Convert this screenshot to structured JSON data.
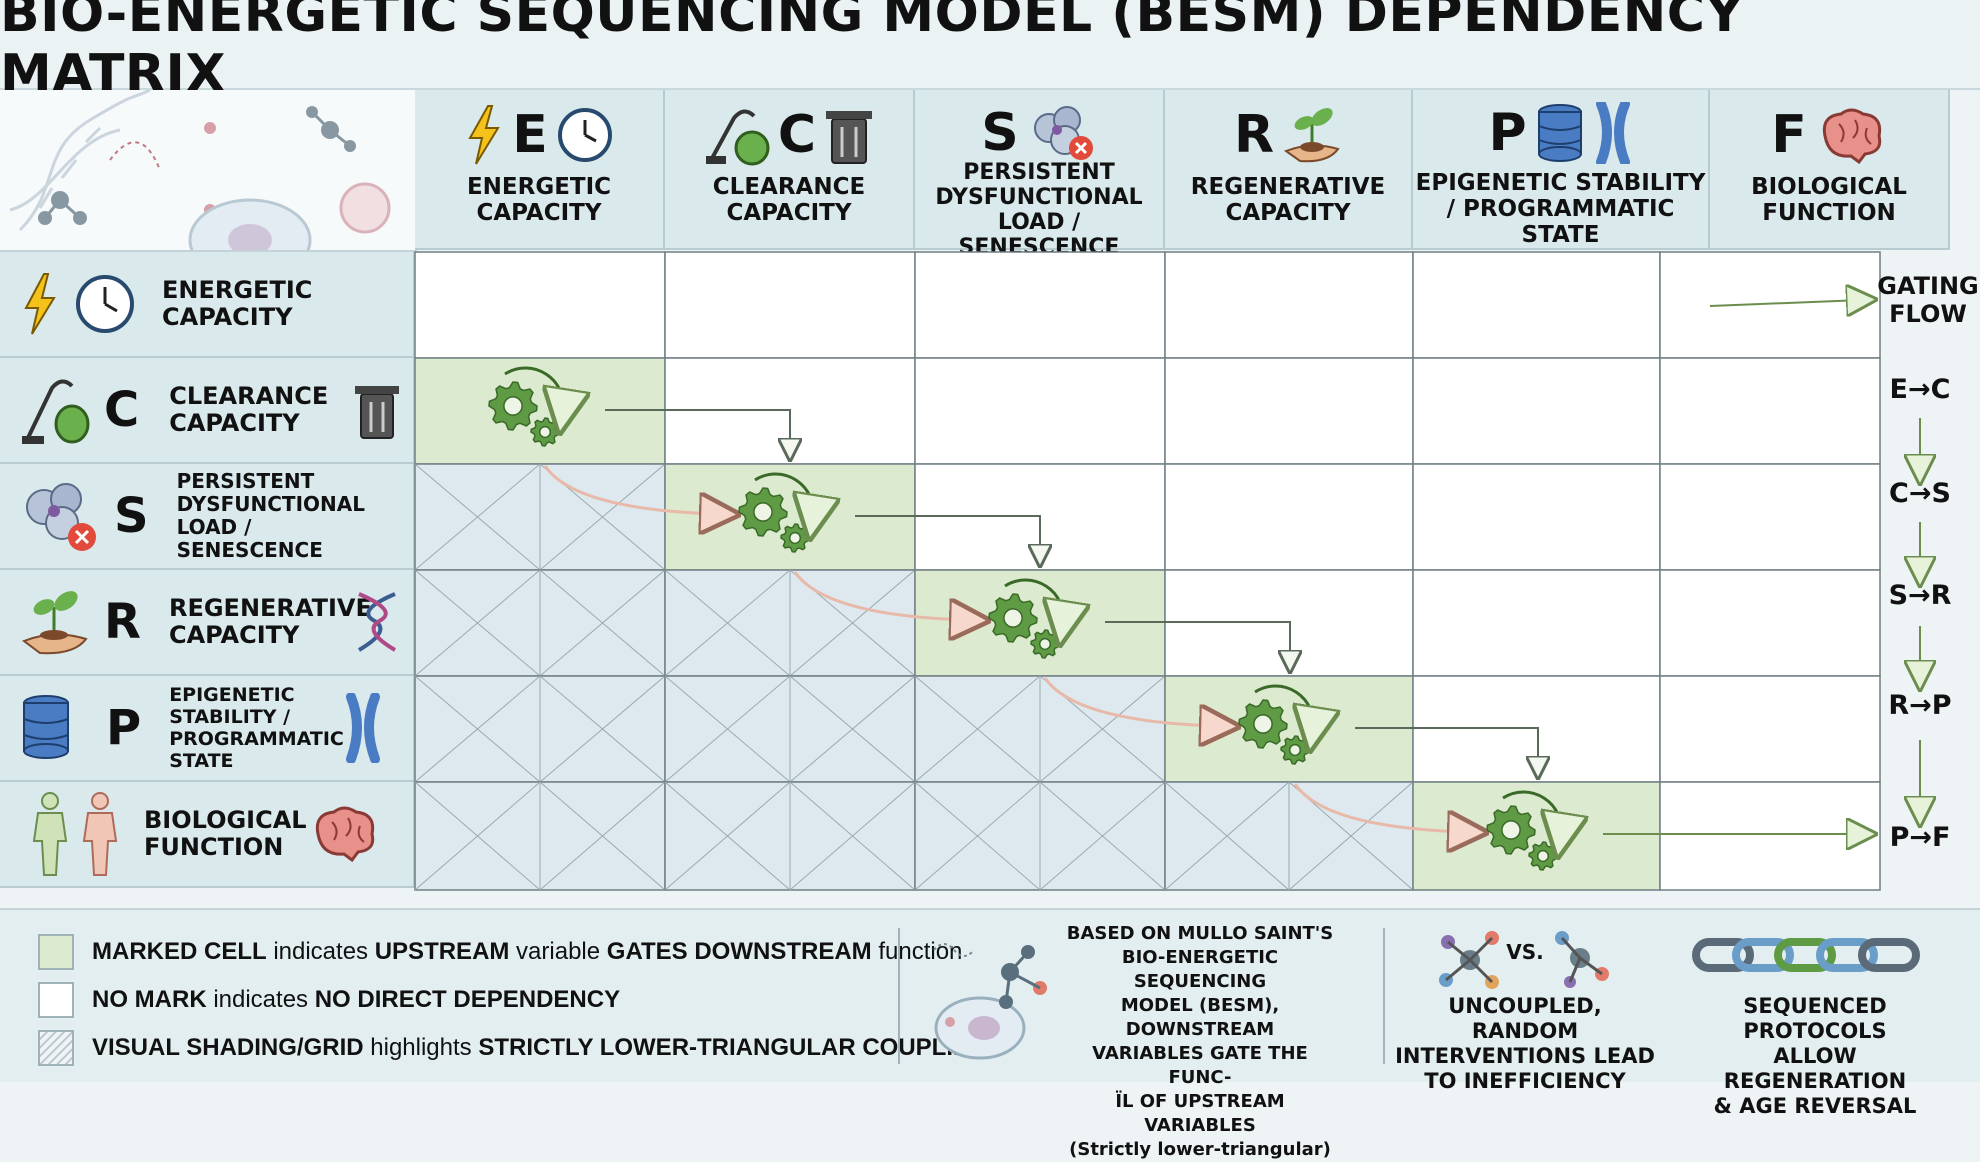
{
  "title": "BIO-ENERGETIC SEQUENCING MODEL (BESM) DEPENDENCY MATRIX",
  "variables": [
    {
      "letter": "E",
      "label": "ENERGETIC CAPACITY"
    },
    {
      "letter": "C",
      "label": "CLEARANCE CAPACITY"
    },
    {
      "letter": "S",
      "label": "PERSISTENT DYSFUNCTIONAL LOAD / SENESCENCE"
    },
    {
      "letter": "R",
      "label": "REGENERATIVE CAPACITY"
    },
    {
      "letter": "P",
      "label": "EPIGENETIC STABILITY / PROGRAMMATIC STATE"
    },
    {
      "letter": "F",
      "label": "BIOLOGICAL FUNCTION"
    }
  ],
  "row_labels": {
    "E": "ENERGETIC CAPACITY",
    "C": "CLEARANCE CAPACITY",
    "S": "PERSISTENT DYSFUNCTIONAL LOAD / SENESCENCE",
    "R": "REGENERATIVE CAPACITY",
    "P": "EPIGENETIC STABILITY / PROGRAMMATIC STATE",
    "F": "BIOLOGICAL FUNCTION"
  },
  "gating_flow": {
    "title": "GATING FLOW",
    "steps": [
      "E→C",
      "C→S",
      "S→R",
      "R→P",
      "P→F"
    ]
  },
  "legend": {
    "marked": {
      "b1": "MARKED CELL",
      "t1": " indicates ",
      "b2": "UPSTREAM",
      "t2": " variable ",
      "b3": "GATES DOWNSTREAM",
      "t3": " function"
    },
    "nomark": {
      "b1": "NO MARK",
      "t1": " indicates ",
      "b2": "NO DIRECT DEPENDENCY"
    },
    "shading": {
      "b1": "VISUAL SHADING/GRID",
      "t1": " highlights ",
      "b2": "STRICTLY LOWER-TRIANGULAR COUPLING"
    }
  },
  "notes": {
    "based_on_line1": "BASED ON MULLO SAINT'S",
    "based_on_line2": "BIO-ENERGETIC SEQUENCING",
    "based_on_line3": "MODEL (BESM), DOWNSTREAM",
    "based_on_line4": "VARIABLES GATE THE FUNC-",
    "based_on_line5": "ϊl OF UPSTREAM VARIABLES",
    "based_on_line6": "(Strictly lower-triangular)",
    "vs_label": "VS.",
    "uncoupled_line1": "UNCOUPLED, RANDOM",
    "uncoupled_line2": "INTERVENTIONS LEAD",
    "uncoupled_line3": "TO INEFFICIENCY",
    "sequenced_line1": "SEQUENCED PROTOCOLS",
    "sequenced_line2": "ALLOW REGENERATION",
    "sequenced_line3": "& AGE REVERSAL"
  },
  "colors": {
    "marked": "#dcead0",
    "hatched": "#dde9ee",
    "gear": "#5f9a44",
    "arrow_pink": "#e8b9a8"
  }
}
